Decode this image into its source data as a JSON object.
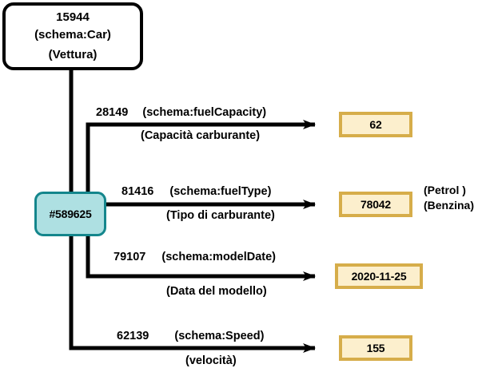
{
  "diagram": {
    "title": "Car schema property graph",
    "colors": {
      "subject_border": "#000000",
      "blank_node_fill": "#aee0e2",
      "blank_node_border": "#14868c",
      "value_fill": "#fcefcd",
      "value_border": "#d6ad4a",
      "edge": "#000000"
    }
  },
  "subject_node": {
    "id": "15944",
    "label_en": "(schema:Car)",
    "label_it": "(Vettura)"
  },
  "blank_node": {
    "id": "#589625"
  },
  "edges": [
    {
      "property_id": "28149",
      "property_en": "(schema:fuelCapacity)",
      "property_it": "(Capacità carburante)",
      "value": "62"
    },
    {
      "property_id": "81416",
      "property_en": "(schema:fuelType)",
      "property_it": "(Tipo di carburante)",
      "value": "78042",
      "annotation_en": "(Petrol )",
      "annotation_it": "(Benzina)"
    },
    {
      "property_id": "79107",
      "property_en": "(schema:modelDate)",
      "property_it": "(Data del modello)",
      "value": "2020-11-25"
    },
    {
      "property_id": "62139",
      "property_en": "(schema:Speed)",
      "property_it": "(velocità)",
      "value": "155"
    }
  ]
}
